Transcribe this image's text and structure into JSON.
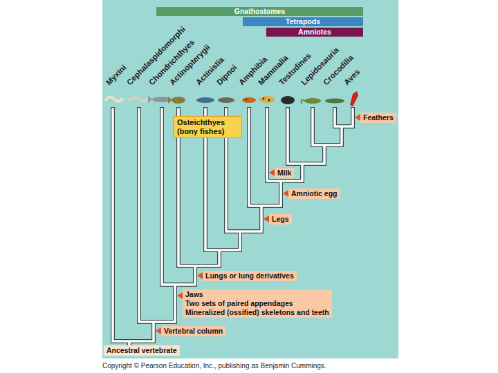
{
  "diagram": {
    "nodes": [
      {
        "text": [
          "Gnathostomes"
        ]
      },
      {
        "text": [
          "Tetrapods"
        ]
      },
      {
        "text": [
          "Amniotes"
        ]
      },
      {
        "text": [
          "Osteichthyes (bony fishes)"
        ]
      },
      {
        "text": [
          "Feathers"
        ]
      },
      {
        "text": [
          "Milk"
        ]
      },
      {
        "text": [
          "Amniotic egg"
        ]
      },
      {
        "text": [
          "Legs"
        ]
      },
      {
        "text": [
          "Lungs or lung derivatives"
        ]
      },
      {
        "text": [
          "Jaws",
          "Two sets of paired appendages",
          "Mineralized (ossified) skeletons and teeth"
        ]
      },
      {
        "text": [
          "Vertebral column"
        ]
      },
      {
        "text": [
          "Ancestral vertebrate"
        ]
      }
    ],
    "labels": [
      "Myxini",
      "Cephalaspidomorphi",
      "Chondrichthyes",
      "Actinopterygii",
      "Actinistia",
      "Dipnoi",
      "Amphibia",
      "Mammalia",
      "Testudines",
      "Lepidosauria",
      "Crocodilia",
      "Aves",
      "Copyright © Pearson Education, Inc., publishing as Benjamin Cummings."
    ]
  }
}
